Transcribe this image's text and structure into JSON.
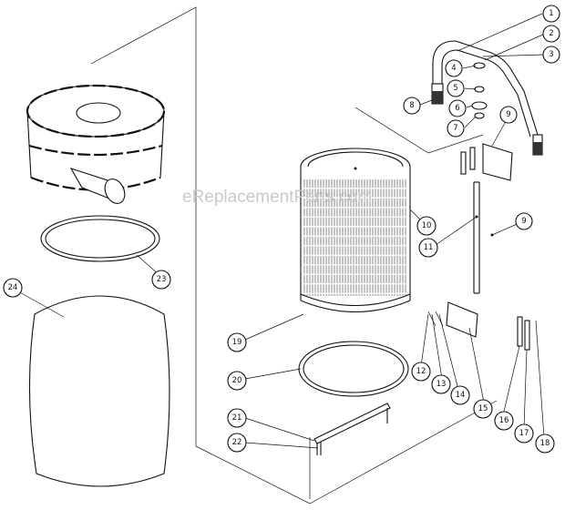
{
  "watermark": "eReplacementParts.com",
  "callouts": [
    {
      "id": "c1",
      "label": "1"
    },
    {
      "id": "c2",
      "label": "2"
    },
    {
      "id": "c3",
      "label": "3"
    },
    {
      "id": "c4",
      "label": "4"
    },
    {
      "id": "c5",
      "label": "5"
    },
    {
      "id": "c6",
      "label": "6"
    },
    {
      "id": "c7",
      "label": "7"
    },
    {
      "id": "c8",
      "label": "8"
    },
    {
      "id": "c9a",
      "label": "9"
    },
    {
      "id": "c9b",
      "label": "9"
    },
    {
      "id": "c10",
      "label": "10"
    },
    {
      "id": "c11",
      "label": "11"
    },
    {
      "id": "c12",
      "label": "12"
    },
    {
      "id": "c13",
      "label": "13"
    },
    {
      "id": "c14",
      "label": "14"
    },
    {
      "id": "c15",
      "label": "15"
    },
    {
      "id": "c16",
      "label": "16"
    },
    {
      "id": "c17",
      "label": "17"
    },
    {
      "id": "c18",
      "label": "18"
    },
    {
      "id": "c19",
      "label": "19"
    },
    {
      "id": "c20",
      "label": "20"
    },
    {
      "id": "c21",
      "label": "21"
    },
    {
      "id": "c22",
      "label": "22"
    },
    {
      "id": "c23",
      "label": "23"
    },
    {
      "id": "c24",
      "label": "24"
    }
  ]
}
